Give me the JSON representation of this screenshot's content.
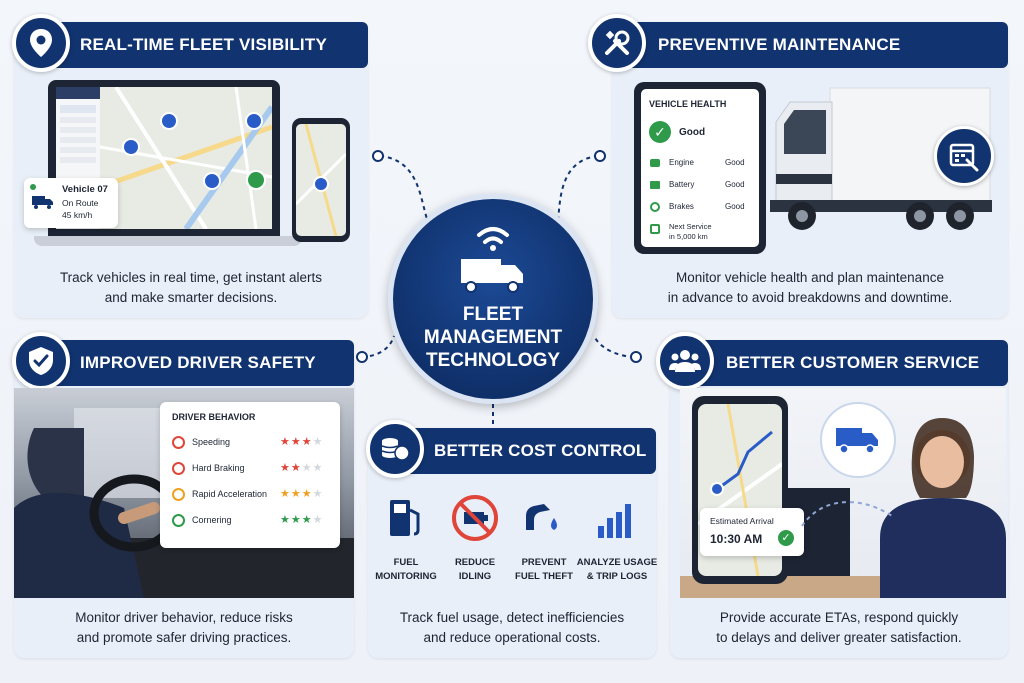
{
  "center": {
    "title_lines": [
      "FLEET",
      "MANAGEMENT",
      "TECHNOLOGY"
    ]
  },
  "visibility": {
    "title": "REAL-TIME FLEET VISIBILITY",
    "description_lines": [
      "Track vehicles in real time, get instant alerts",
      "and make smarter decisions."
    ],
    "vehicle_card": {
      "name": "Vehicle 07",
      "status": "On Route",
      "speed": "45 km/h"
    },
    "icon": "map-pin-icon"
  },
  "maintenance": {
    "title": "PREVENTIVE MAINTENANCE",
    "description_lines": [
      "Monitor vehicle health and plan maintenance",
      "in advance to avoid breakdowns and downtime."
    ],
    "health": {
      "heading": "VEHICLE HEALTH",
      "overall": "Good",
      "items": [
        {
          "label": "Engine",
          "value": "Good"
        },
        {
          "label": "Battery",
          "value": "Good"
        },
        {
          "label": "Brakes",
          "value": "Good"
        }
      ],
      "next_service_label": "Next Service",
      "next_service_value": "in 5,000 km"
    },
    "icon": "tools-icon"
  },
  "safety": {
    "title": "IMPROVED DRIVER SAFETY",
    "description_lines": [
      "Monitor driver behavior, reduce risks",
      "and promote safer driving practices."
    ],
    "behavior": {
      "heading": "DRIVER BEHAVIOR",
      "items": [
        {
          "label": "Speeding",
          "rating": 3,
          "color": "#e0453a"
        },
        {
          "label": "Hard Braking",
          "rating": 2,
          "color": "#e0453a"
        },
        {
          "label": "Rapid Acceleration",
          "rating": 3,
          "color": "#f0a020"
        },
        {
          "label": "Cornering",
          "rating": 2.5,
          "color": "#2e9a4a"
        }
      ]
    },
    "icon": "shield-check-icon"
  },
  "cost": {
    "title": "BETTER COST CONTROL",
    "description_lines": [
      "Track fuel usage, detect inefficiencies",
      "and reduce operational costs."
    ],
    "items": [
      {
        "label_lines": [
          "FUEL",
          "MONITORING"
        ],
        "icon": "fuel-pump-icon"
      },
      {
        "label_lines": [
          "REDUCE",
          "IDLING"
        ],
        "icon": "no-idling-icon"
      },
      {
        "label_lines": [
          "PREVENT",
          "FUEL THEFT"
        ],
        "icon": "fuel-nozzle-icon"
      },
      {
        "label_lines": [
          "ANALYZE USAGE",
          "& TRIP LOGS"
        ],
        "icon": "bar-chart-icon"
      }
    ],
    "icon": "coins-icon"
  },
  "service": {
    "title": "BETTER CUSTOMER SERVICE",
    "description_lines": [
      "Provide accurate ETAs, respond quickly",
      "to delays and deliver greater satisfaction."
    ],
    "eta": {
      "label": "Estimated Arrival",
      "time": "10:30 AM"
    },
    "icon": "users-icon"
  },
  "colors": {
    "navy": "#11336f",
    "accent_blue": "#2a5cc8",
    "green": "#2e9a4a",
    "red": "#e0453a",
    "orange": "#f0a020"
  }
}
